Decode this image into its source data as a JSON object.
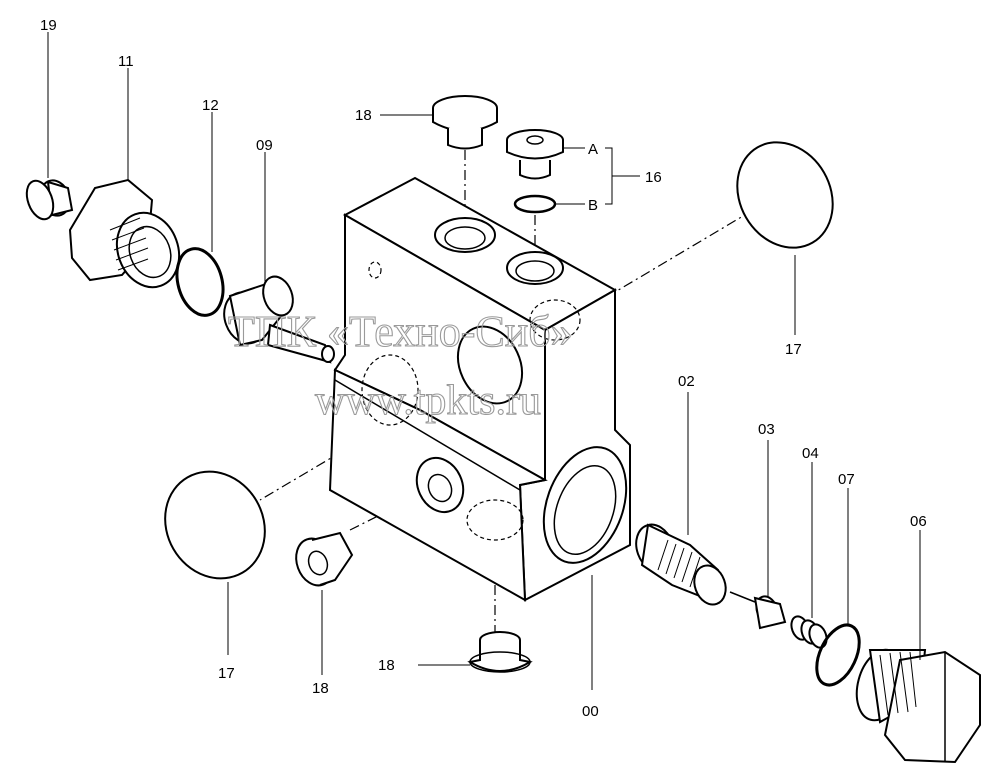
{
  "watermark": {
    "line1": "ТПК «Техно-Сиб»",
    "line2": "www.tpkts.ru"
  },
  "callouts": {
    "p19": "19",
    "p11": "11",
    "p12": "12",
    "p09": "09",
    "p18_top": "18",
    "p16": "16",
    "p16_a": "A",
    "p16_b": "B",
    "p17_right": "17",
    "p17_left": "17",
    "p02": "02",
    "p03": "03",
    "p04": "04",
    "p07": "07",
    "p06": "06",
    "p18_mid": "18",
    "p18_bottom": "18",
    "p00": "00"
  }
}
